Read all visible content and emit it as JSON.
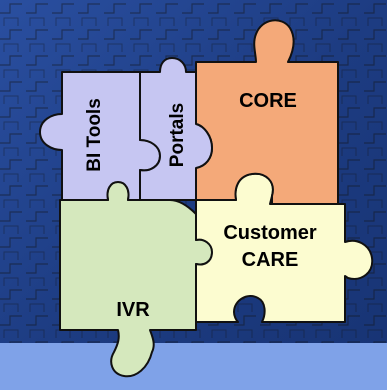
{
  "pieces": {
    "bi_tools": {
      "label": "BI Tools",
      "color": "#c6c6f2"
    },
    "portals": {
      "label": "Portals",
      "color": "#c6c6f2"
    },
    "core": {
      "label": "CORE",
      "color": "#f4a979"
    },
    "customer_care": {
      "label_line1": "Customer",
      "label_line2": "CARE",
      "color": "#fcfcd0"
    },
    "ivr": {
      "label": "IVR",
      "color": "#d5e8bd"
    }
  },
  "colors": {
    "background": "#1f3f86",
    "bottom_band": "#7fa2e8",
    "outline": "#111111"
  }
}
